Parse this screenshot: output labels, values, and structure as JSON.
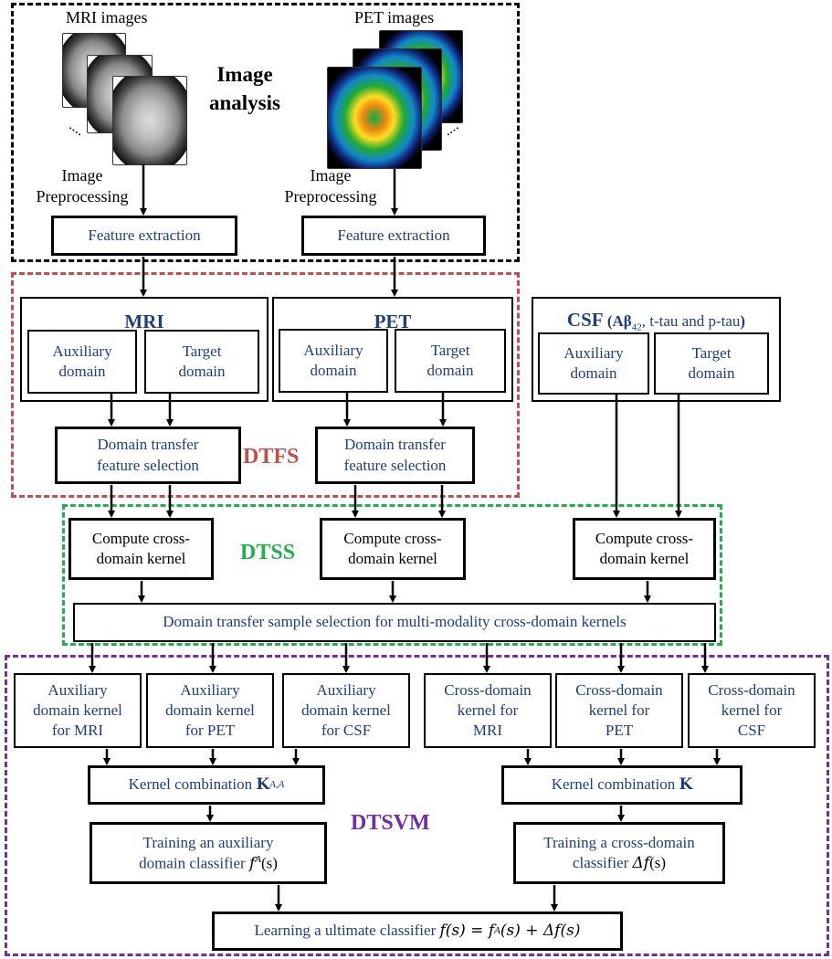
{
  "image_analysis": {
    "title": "Image analysis",
    "mri_label": "MRI images",
    "pet_label": "PET images",
    "preprocessing_left": "Image\nPreprocessing",
    "preprocessing_right": "Image\nPreprocessing",
    "feature_extraction_left": "Feature extraction",
    "feature_extraction_right": "Feature extraction"
  },
  "modalities": {
    "mri": {
      "title": "MRI",
      "auxiliary": "Auxiliary\ndomain",
      "target": "Target\ndomain"
    },
    "pet": {
      "title": "PET",
      "auxiliary": "Auxiliary\ndomain",
      "target": "Target\ndomain"
    },
    "csf": {
      "title": "CSF",
      "title_detail": "(Aβ",
      "subscript": "42",
      "title_rest": ", t-tau and p-tau",
      "title_close": ")",
      "auxiliary": "Auxiliary\ndomain",
      "target": "Target\ndomain"
    }
  },
  "dtfs": {
    "label": "DTFS",
    "left": "Domain transfer\nfeature selection",
    "right": "Domain transfer\nfeature selection"
  },
  "dtss": {
    "label": "DTSS",
    "kernel_1": "Compute cross-\ndomain kernel",
    "kernel_2": "Compute cross-\ndomain kernel",
    "kernel_3": "Compute cross-\ndomain kernel",
    "sample_selection": "Domain transfer sample selection for multi-modality cross-domain kernels"
  },
  "dtsvm": {
    "label": "DTSVM",
    "aux_kernels": [
      "Auxiliary\ndomain kernel\nfor MRI",
      "Auxiliary\ndomain kernel\nfor PET",
      "Auxiliary\ndomain kernel\nfor CSF"
    ],
    "cross_kernels": [
      "Cross-domain\nkernel for\nMRI",
      "Cross-domain\nkernel for\nPET",
      "Cross-domain\nkernel for\nCSF"
    ],
    "combo_aux": "Kernel combination ",
    "combo_aux_symbol": "K",
    "combo_aux_sup": "A,A",
    "combo_cross": "Kernel combination ",
    "combo_cross_symbol": "K",
    "train_aux_line1": "Training an auxiliary",
    "train_aux_line2": "domain classifier  ",
    "train_aux_math": "f",
    "train_aux_sup": "A",
    "train_aux_arg": "(s)",
    "train_cross_line1": "Training a cross-domain",
    "train_cross_line2": "classifier  ",
    "train_cross_math": "Δf",
    "train_cross_arg": "(s)",
    "final": "Learning a ultimate classifier ",
    "final_math": "f(s) = f",
    "final_sup": "A",
    "final_rest": "(s) + Δf(s)"
  },
  "colors": {
    "image_analysis_border": "#000000",
    "dtfs": "#c0504d",
    "dtss": "#21b04b",
    "dtsvm": "#7030a0",
    "box_text": "#1f3e78"
  }
}
